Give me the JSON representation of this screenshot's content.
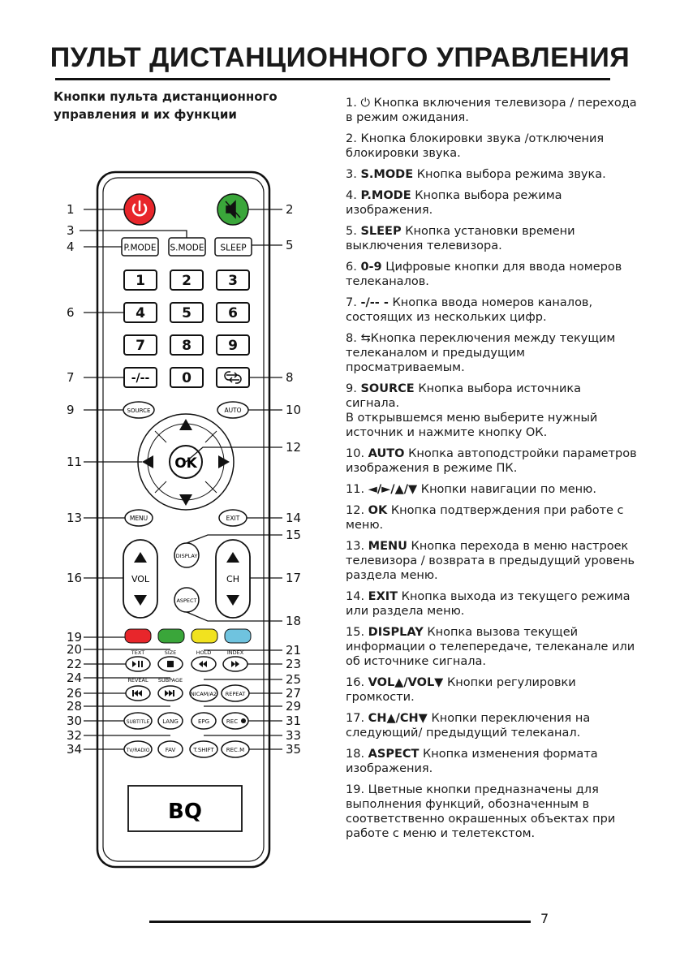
{
  "header": {
    "title": "ПУЛЬТ ДИСТАНЦИОННОГО УПРАВЛЕНИЯ"
  },
  "subtitle": {
    "line1": "Кнопки пульта дистанционного",
    "line2": "управления и их функции"
  },
  "remote": {
    "brand": "BQ",
    "buttons": {
      "pmode": "P.MODE",
      "smode": "S.MODE",
      "sleep": "SLEEP",
      "d1": "1",
      "d2": "2",
      "d3": "3",
      "d4": "4",
      "d5": "5",
      "d6": "6",
      "d7": "7",
      "d8": "8",
      "d9": "9",
      "d0": "0",
      "dash": "-/--",
      "source": "SOURCE",
      "auto": "AUTO",
      "ok": "OK",
      "menu": "MENU",
      "exit": "EXIT",
      "display": "DISPLAY",
      "aspect": "ASPECT",
      "vol": "VOL",
      "ch": "CH",
      "nicam": "NICAM/A2",
      "repeat": "REPEAT",
      "subtitle": "SUBTITLE",
      "lang": "LANG",
      "epg": "EPG",
      "rec": "REC",
      "tvradio": "TV/RADIO",
      "fav": "FAV",
      "tshift": "T.SHIFT",
      "recm": "REC.M"
    },
    "small_labels": {
      "text": "TEXT",
      "size": "SIZE",
      "hold": "HOLD",
      "index": "INDEX",
      "reveal": "REVEAL",
      "subpage": "SUBPAGE"
    },
    "colors": {
      "power": "#e8262b",
      "mute": "#3aa63a",
      "red": "#e8262b",
      "green": "#3aa63a",
      "yellow": "#f1e21f",
      "blue": "#6fc3df"
    },
    "callouts": [
      "1",
      "2",
      "3",
      "4",
      "5",
      "6",
      "7",
      "8",
      "9",
      "10",
      "11",
      "12",
      "13",
      "14",
      "15",
      "16",
      "17",
      "18",
      "19",
      "20",
      "21",
      "22",
      "23",
      "24",
      "25",
      "26",
      "27",
      "28",
      "29",
      "30",
      "31",
      "32",
      "33",
      "34",
      "35"
    ]
  },
  "descriptions": {
    "d1": {
      "num": "1.",
      "text": "Кнопка включения телевизора / перехода  в режим ожидания."
    },
    "d2": {
      "num": "2.",
      "text": "Кнопка блокировки звука /отключения блокировки звука."
    },
    "d3": {
      "num": "3.",
      "key": "S.MODE",
      "text": "Кнопка выбора режима звука."
    },
    "d4": {
      "num": "4.",
      "key": "P.MODE",
      "text": "Кнопка выбора режима изображения."
    },
    "d5": {
      "num": "5.",
      "key": "SLEEP",
      "text": "Кнопка установки времени выключения телевизора."
    },
    "d6": {
      "num": "6.",
      "key": "0-9",
      "text": "Цифровые кнопки для ввода номеров телеканалов."
    },
    "d7": {
      "num": "7.",
      "key": "-/-- -",
      "text": "Кнопка ввода номеров каналов, состоящих из нескольких цифр."
    },
    "d8": {
      "num": "8.",
      "text": "Кнопка переключения между текущим телеканалом и предыдущим просматриваемым."
    },
    "d9": {
      "num": "9.",
      "key": "SOURCE",
      "text": "Кнопка выбора источника сигнала.",
      "text2": "В открывшемся меню выберите нужный источник и нажмите кнопку ОК."
    },
    "d10": {
      "num": "10.",
      "key": "AUTO",
      "text": "Кнопка автоподстройки параметров изображения в режиме ПК."
    },
    "d11": {
      "num": "11.",
      "key": "◄/►/▲/▼",
      "text": "Кнопки навигации по меню."
    },
    "d12": {
      "num": "12.",
      "key": "OK",
      "text": "Кнопка подтверждения при работе с меню."
    },
    "d13": {
      "num": "13.",
      "key": "MENU",
      "text": "Кнопка перехода в меню настроек телевизора / возврата в предыдущий уровень раздела меню."
    },
    "d14": {
      "num": "14.",
      "key": "EXIT",
      "text": "Кнопка выхода из текущего режима или раздела меню."
    },
    "d15": {
      "num": "15.",
      "key": "DISPLAY",
      "text": "Кнопка вызова текущей информации о телепередаче, телеканале или об источнике сигнала."
    },
    "d16": {
      "num": "16.",
      "key": "VOL▲/VOL▼",
      "text": "Кнопки регулировки громкости."
    },
    "d17": {
      "num": "17.",
      "key": "CH▲/CH▼",
      "text": "Кнопки переключения на следующий/ предыдущий телеканал."
    },
    "d18": {
      "num": "18.",
      "key": "ASPECT",
      "text": "Кнопка изменения формата изображения."
    },
    "d19": {
      "num": "19.",
      "text": "Цветные кнопки предназначены для выполнения функций, обозначенным в соответственно окрашенных объектах при работе с меню и телетекстом."
    }
  },
  "footer": {
    "page": "7"
  }
}
